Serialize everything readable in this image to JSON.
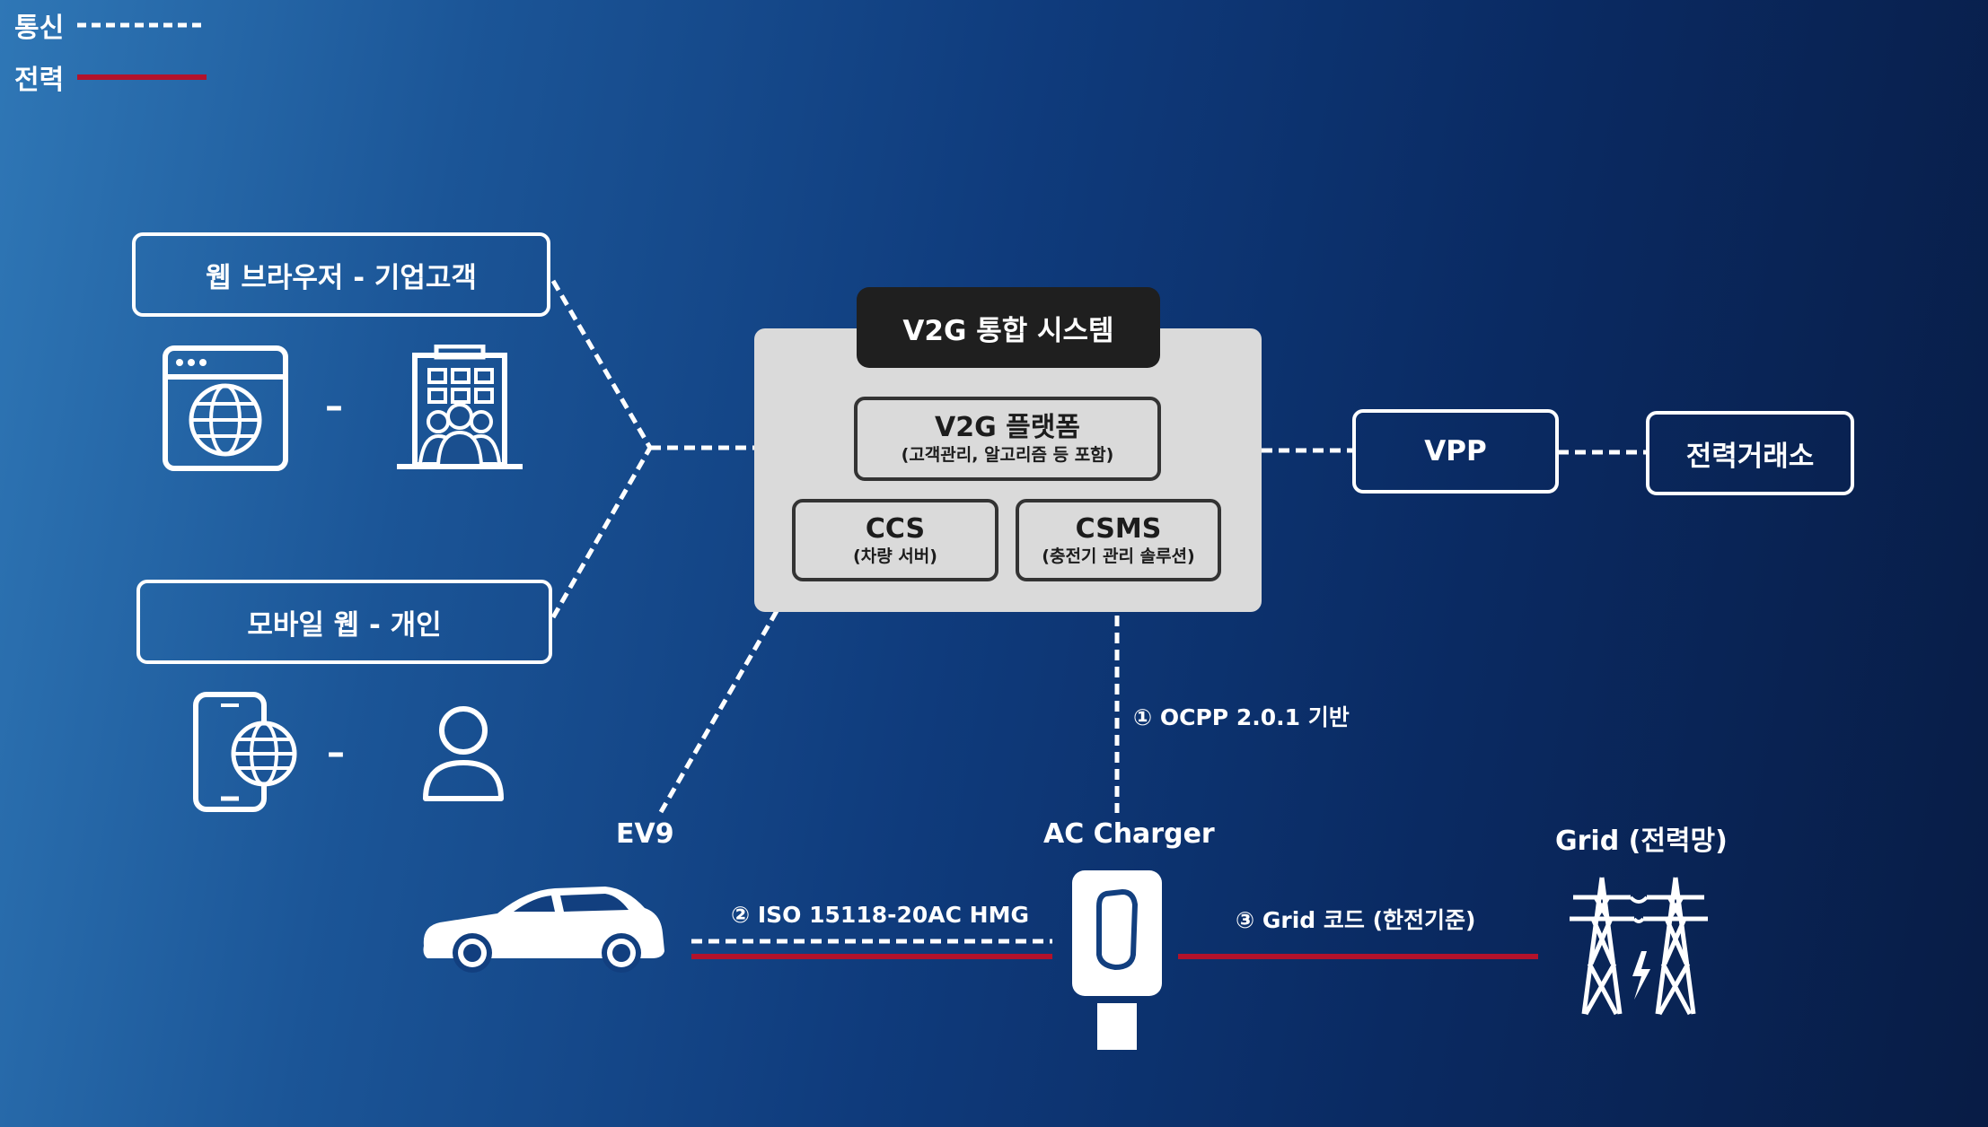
{
  "legend": {
    "communication": "통신",
    "power": "전력"
  },
  "clients": {
    "enterprise": "웹 브라우저 - 기업고객",
    "mobile": "모바일 웹 - 개인",
    "dash": "–"
  },
  "system": {
    "title": "V2G 통합 시스템",
    "platform_title": "V2G 플랫폼",
    "platform_sub": "(고객관리, 알고리즘 등 포함)",
    "ccs_title": "CCS",
    "ccs_sub": "(차량 서버)",
    "csms_title": "CSMS",
    "csms_sub": "(충전기 관리 솔루션)"
  },
  "right": {
    "vpp": "VPP",
    "exchange": "전력거래소"
  },
  "bottom": {
    "ev": "EV9",
    "charger": "AC Charger",
    "grid": "Grid (전력망)",
    "ocpp": "① OCPP 2.0.1 기반",
    "iso": "② ISO 15118-20AC HMG",
    "gridcode": "③ Grid 코드 (한전기준)"
  },
  "colors": {
    "communication": "#ffffff",
    "power": "#b3122b",
    "panel": "#dadada",
    "header": "#1f1f1f"
  },
  "icons": [
    "browser-globe-icon",
    "building-people-icon",
    "phone-globe-icon",
    "person-icon",
    "suv-car-icon",
    "ac-charger-icon",
    "power-tower-icon"
  ]
}
